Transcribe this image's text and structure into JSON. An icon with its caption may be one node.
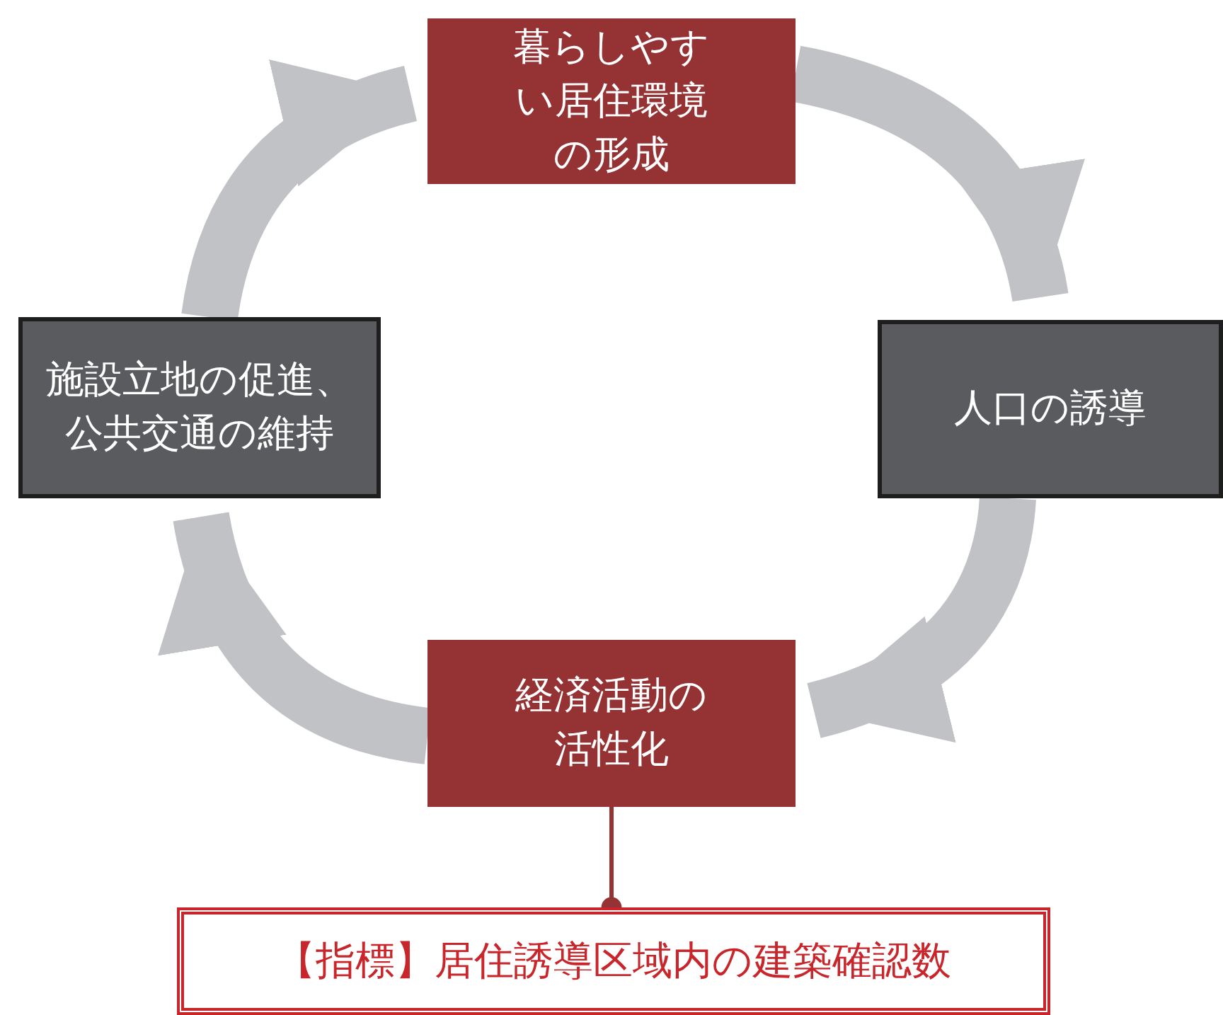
{
  "diagram": {
    "nodes": [
      {
        "text": [
          "暮らしやすい居住環境の形成"
        ]
      },
      {
        "text": [
          "人口の誘導"
        ]
      },
      {
        "text": [
          "経済活動の活性化"
        ]
      },
      {
        "text": [
          "施設立地の促進、公共交通の維持"
        ]
      },
      {
        "text": [
          "【指標】居住誘導区域内の建築確認数"
        ]
      }
    ],
    "edges": [
      {
        "from": 0,
        "to": 1,
        "arrow": "to"
      },
      {
        "from": 1,
        "to": 2,
        "arrow": "to"
      },
      {
        "from": 2,
        "to": 3,
        "arrow": "to"
      },
      {
        "from": 3,
        "to": 0,
        "arrow": "to"
      },
      {
        "from": 2,
        "to": 4,
        "arrow": "other",
        "color": "#943234"
      }
    ]
  }
}
